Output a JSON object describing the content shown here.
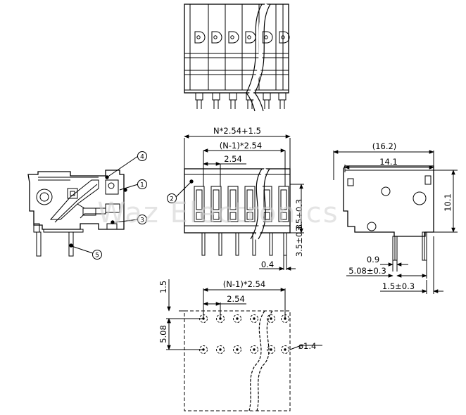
{
  "watermark": "Waz Electronics",
  "dimensions": {
    "overall_width": "N*2.54+1.5",
    "pitch_span": "(N-1)*2.54",
    "pitch": "2.54",
    "height_a": "3.5±0.3",
    "height_b": "3.5+0.3",
    "pin_width": "0.4",
    "side_depth": "(16.2)",
    "side_body": "14.1",
    "side_height": "10.1",
    "pin_gap": "0.9",
    "pin_row_span": "5.08±0.3",
    "pin_offset": "1.5±0.3",
    "pcb_edge": "1.5",
    "pcb_row_span": "5.08",
    "pcb_pitch_span": "(N-1)*2.54",
    "pcb_pitch": "2.54",
    "hole_dia": "ø1.4"
  },
  "callouts": [
    "1",
    "2",
    "3",
    "4",
    "5"
  ],
  "colors": {
    "line": "#000000",
    "watermark": "#cfcfcf"
  }
}
